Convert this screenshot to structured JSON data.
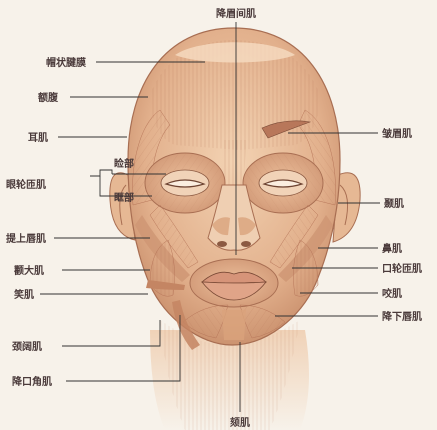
{
  "labels": {
    "procerus": "降眉间肌",
    "galea": "帽状腱膜",
    "frontalis": "额腹",
    "auricular": "耳肌",
    "orbicularis_oculi": "眼轮匝肌",
    "palpebral": "睑部",
    "orbital": "眶部",
    "corrugator": "皱眉肌",
    "temporalis": "颞肌",
    "levator_labii": "提上唇肌",
    "nasalis": "鼻肌",
    "zygomaticus_major": "颧大肌",
    "orbicularis_oris": "口轮匝肌",
    "risorius": "笑肌",
    "masseter": "咬肌",
    "depressor_labii": "降下唇肌",
    "platysma": "颈阔肌",
    "depressor_anguli": "降口角肌",
    "mentalis": "颏肌"
  },
  "colors": {
    "background": "#f7f2ea",
    "muscle_light": "#eec7a3",
    "muscle_mid": "#d9a27c",
    "muscle_dark": "#b8775a",
    "skin": "#f1d6bd",
    "leader_line": "#333333",
    "label_text": "#4a3a3a"
  }
}
